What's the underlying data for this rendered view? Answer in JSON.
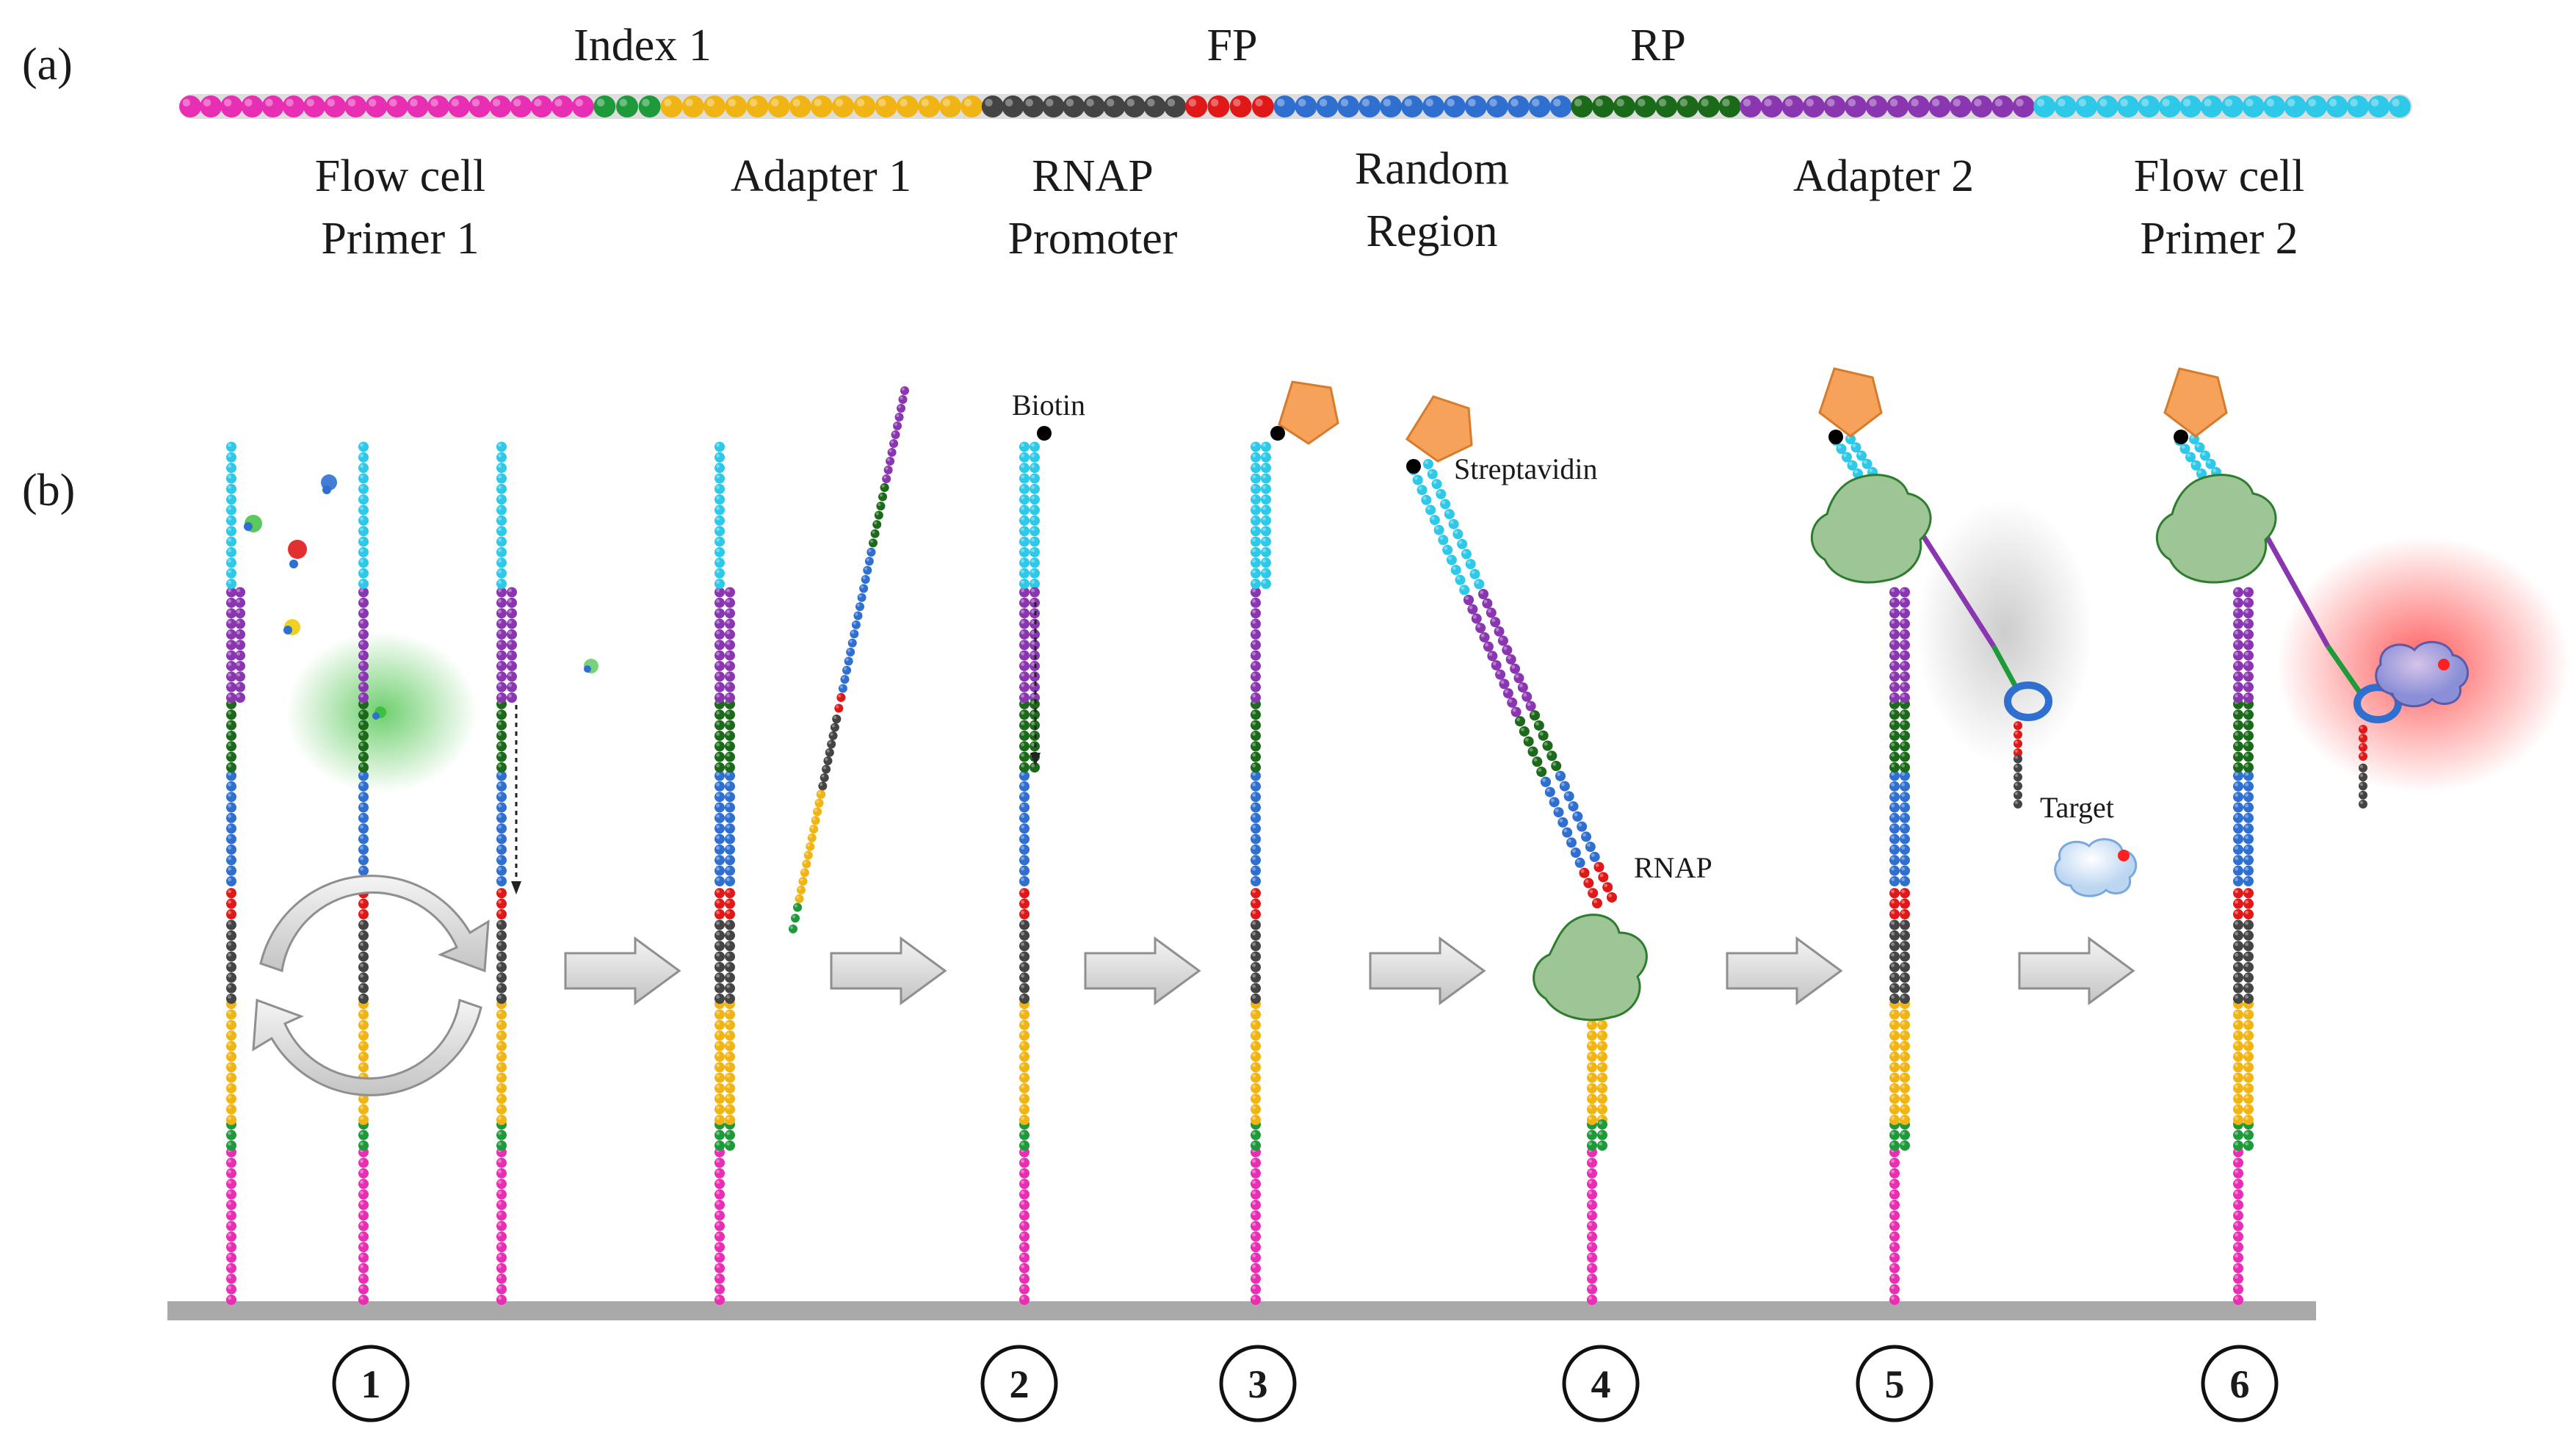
{
  "panel_a": {
    "label": "(a)",
    "top_labels": {
      "index1": "Index 1",
      "fp": "FP",
      "rp": "RP"
    },
    "bottom_labels": {
      "flow_cell_primer_1": [
        "Flow cell",
        "Primer 1"
      ],
      "adapter_1": "Adapter 1",
      "rnap_promoter": [
        "RNAP",
        "Promoter"
      ],
      "random_region": [
        "Random",
        "Region"
      ],
      "adapter_2": "Adapter 2",
      "flow_cell_primer_2": [
        "Flow cell",
        "Primer 2"
      ]
    }
  },
  "panel_b": {
    "label": "(b)",
    "annotations": {
      "biotin": "Biotin",
      "streptavidin": "Streptavidin",
      "rnap": "RNAP",
      "target": "Target"
    },
    "step_numbers": [
      "1",
      "2",
      "3",
      "4",
      "5",
      "6"
    ]
  },
  "colors": {
    "flow_cell_primer_1": "#e82fb4",
    "index_1": "#1e9a3a",
    "adapter_1": "#f0b414",
    "rnap_promoter": "#444444",
    "fp": "#e01818",
    "random_region": "#2f6fd0",
    "rp": "#1a6a1a",
    "adapter_2": "#8a36b0",
    "flow_cell_primer_2": "#2ec8e8",
    "streptavidin": "#f6a25a",
    "rnap": "#9dc596",
    "arrow": "#d6d6d6",
    "surface": "#a9a9a9"
  }
}
